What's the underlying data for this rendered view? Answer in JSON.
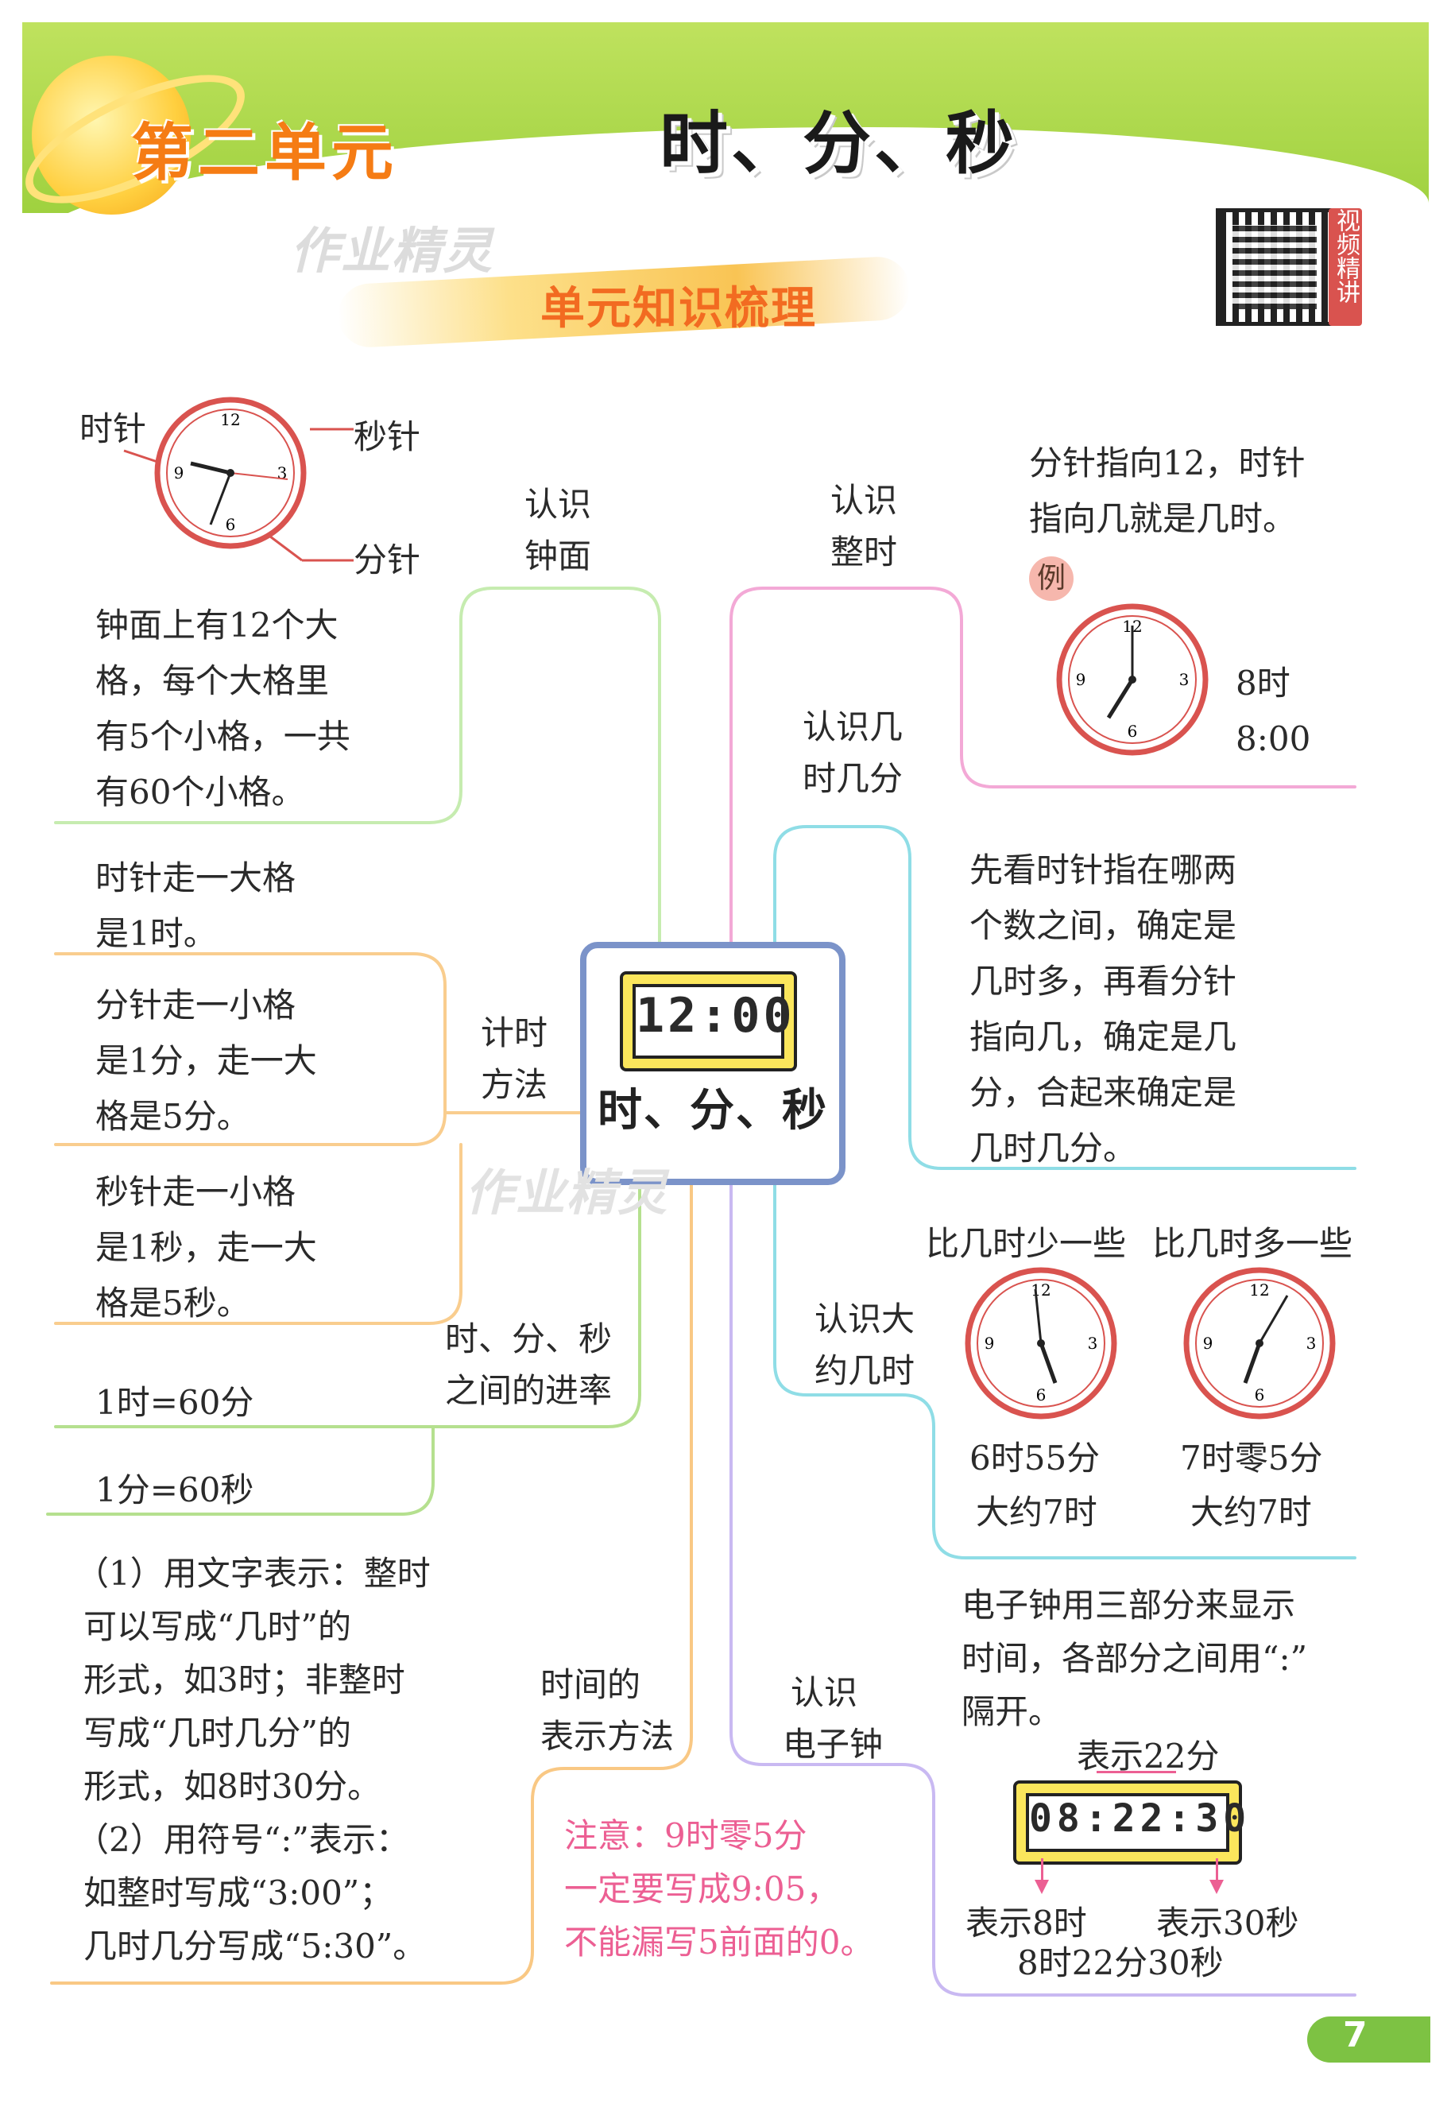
{
  "header": {
    "unit_label": "第二单元",
    "title": "时、分、秒",
    "subtitle": "单元知识梳理",
    "watermark": "作业精灵",
    "video_tag": "视频精讲"
  },
  "center": {
    "lcd": "12:00",
    "label": "时、分、秒"
  },
  "branches": {
    "clock_face": {
      "label_l1": "认识",
      "label_l2": "钟面",
      "hour_hand": "时针",
      "second_hand": "秒针",
      "minute_hand": "分针",
      "desc": [
        "钟面上有12个大",
        "格，每个大格里",
        "有5个小格，一共",
        "有60个小格。"
      ]
    },
    "timing": {
      "label_l1": "计时",
      "label_l2": "方法",
      "hour": [
        "时针走一大格",
        "是1时。"
      ],
      "minute": [
        "分针走一小格",
        "是1分，走一大",
        "格是5分。"
      ],
      "second": [
        "秒针走一小格",
        "是1秒，走一大",
        "格是5秒。"
      ]
    },
    "rate": {
      "label_l1": "时、分、秒",
      "label_l2": "之间的进率",
      "r1": "1时=60分",
      "r2": "1分=60秒"
    },
    "notation": {
      "label_l1": "时间的",
      "label_l2": "表示方法",
      "lines": [
        "（1）用文字表示：整时",
        "可以写成“几时”的",
        "形式，如3时；非整时",
        "写成“几时几分”的",
        "形式，如8时30分。",
        "（2）用符号“:”表示：",
        "如整时写成“3:00”；",
        "几时几分写成“5:30”。"
      ],
      "note": [
        "注意：9时零5分",
        "一定要写成9:05，",
        "不能漏写5前面的0。"
      ]
    },
    "whole_hour": {
      "label_l1": "认识",
      "label_l2": "整时",
      "desc": [
        "分针指向12，时针",
        "指向几就是几时。"
      ],
      "example_badge": "例",
      "ex_text1": "8时",
      "ex_text2": "8:00"
    },
    "hour_minute": {
      "label_l1": "认识几",
      "label_l2": "时几分",
      "desc": [
        "先看时针指在哪两",
        "个数之间，确定是",
        "几时多，再看分针",
        "指向几，确定是几",
        "分，合起来确定是",
        "几时几分。"
      ]
    },
    "approx": {
      "label_l1": "认识大",
      "label_l2": "约几时",
      "less": "比几时少一些",
      "more": "比几时多一些",
      "c1_l1": "6时55分",
      "c1_l2": "大约7时",
      "c2_l1": "7时零5分",
      "c2_l2": "大约7时"
    },
    "digital": {
      "label_l1": "认识",
      "label_l2": "电子钟",
      "desc": [
        "电子钟用三部分来显示",
        "时间，各部分之间用“:”",
        "隔开。"
      ],
      "minute_note": "表示22分",
      "lcd": "08:22:30",
      "hour_note": "表示8时",
      "second_note": "表示30秒",
      "reading": "8时22分30秒"
    }
  },
  "page_number": "7",
  "colors": {
    "header_green": "#9fd13f",
    "orange": "#f57c14",
    "pink": "#ec5f93",
    "green_line": "#b5e08f",
    "orange_line": "#f9c884",
    "purple_line": "#c9b9f2",
    "teal_line": "#8fdde6",
    "rose_line": "#f3a9d6",
    "clock_red": "#d9534f"
  },
  "icons": [
    "planet-icon",
    "qr-code-icon",
    "analog-clock-icon",
    "digital-clock-icon"
  ]
}
